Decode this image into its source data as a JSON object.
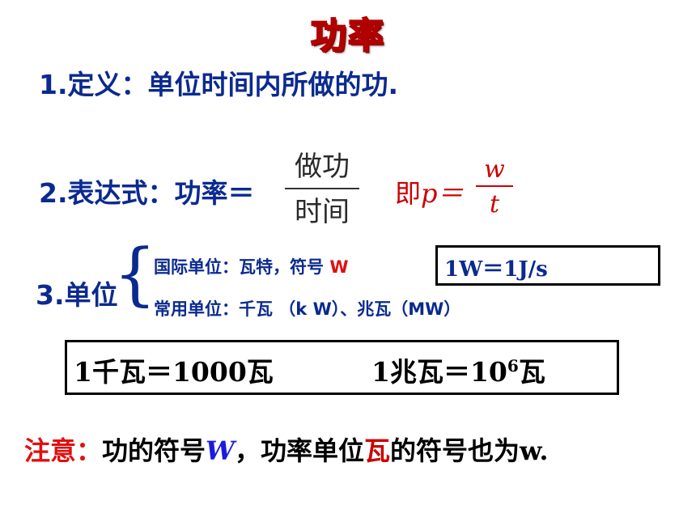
{
  "title": "功率",
  "definition": "1.定义：单位时间内所做的功.",
  "expression": {
    "label": "2.表达式：功率＝",
    "numerator": "做功",
    "denominator": "时间",
    "ji": "即",
    "p_eq": "p＝",
    "w": "w",
    "t": "t"
  },
  "unit": {
    "label": "3.单位",
    "brace": "{",
    "intl": "国际单位：瓦特，符号",
    "intl_symbol": "W",
    "common": "常用单位：千瓦 （k W）、兆瓦（MW）",
    "box": "1W＝1J/s"
  },
  "conversion": {
    "a": "1千瓦＝1000瓦",
    "b_pre": "1兆瓦＝10",
    "b_exp": "6",
    "b_post": "瓦"
  },
  "note": {
    "key": "注意：",
    "t1": "功的符号",
    "w": "W",
    "t2": "，功率单位",
    "wa": "瓦",
    "t3": "的符号也为",
    "ws": "w."
  }
}
